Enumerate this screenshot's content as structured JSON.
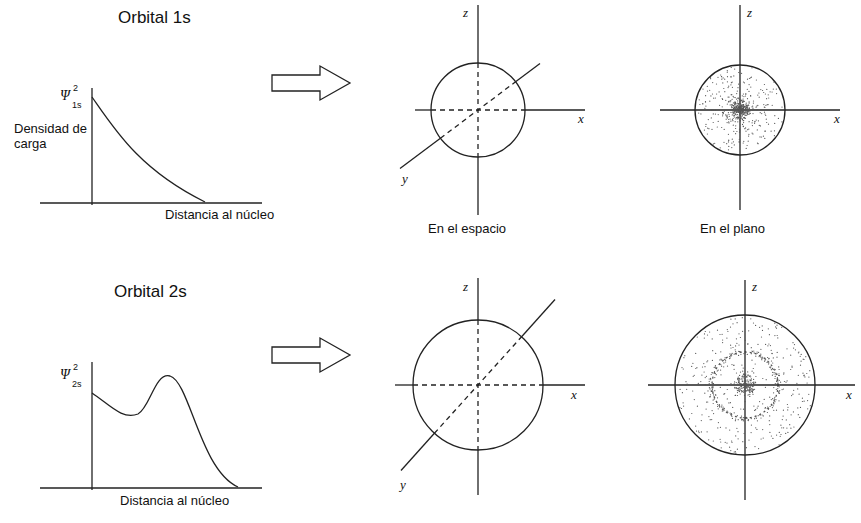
{
  "diagram": {
    "labels": [
      "Orbital 1s",
      "Ψ",
      "2",
      "1s",
      "Densidad de carga",
      "Distancia al núcleo",
      "z",
      "x",
      "y",
      "En el espacio",
      "z",
      "x",
      "En el plano",
      "Orbital 2s",
      "Ψ",
      "2",
      "2s",
      "Distancia al núcleo",
      "z",
      "x",
      "y",
      "z",
      "x"
    ]
  }
}
